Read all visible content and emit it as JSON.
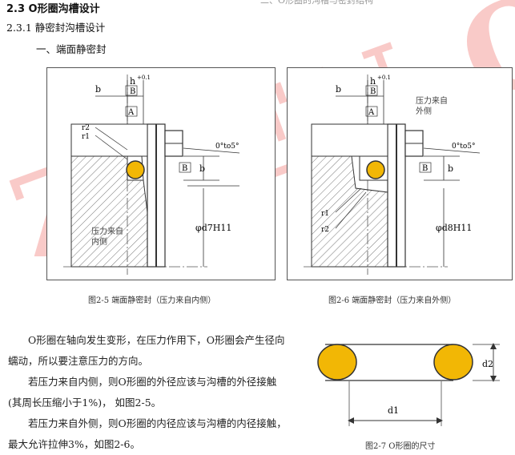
{
  "document": {
    "section_heading": "2.3  O形圈沟槽设计",
    "subsection_heading": "2.3.1 静密封沟槽设计",
    "item_heading": "一、端面静密封",
    "header_fragment": "二、O形圈的沟槽与密封结构"
  },
  "figures": {
    "fig_2_5": {
      "caption": "图2-5  端面静密封（压力来自内侧）",
      "labels": {
        "b": "b",
        "h": "h",
        "h_tol": "+0.1",
        "datum_b": "B",
        "datum_a": "A",
        "r2": "r2",
        "r1": "r1",
        "angle": "0°to5°",
        "b_lower": "b",
        "pressure": "压力来自\n内侧",
        "diameter": "φd7H11"
      }
    },
    "fig_2_6": {
      "caption": "图2-6  端面静密封（压力来自外侧）",
      "labels": {
        "b": "b",
        "h": "h",
        "h_tol": "+0.1",
        "datum_b": "B",
        "datum_a": "A",
        "pressure": "压力来自\n外侧",
        "angle": "0°to5°",
        "b_lower": "b",
        "r1": "r1",
        "r2": "r2",
        "diameter": "φd8H11"
      }
    },
    "fig_2_7": {
      "caption": "图2-7 O形圈的尺寸",
      "labels": {
        "d1": "d1",
        "d2": "d2"
      }
    }
  },
  "paragraphs": [
    "O形圈在轴向发生变形，在压力作用下，O形圈会产生径向蠕动，所以要注意压力的方向。",
    "若压力来自内侧，则O形圈的外径应该与沟槽的外径接触(其周长压缩小于1%)，  如图2-5。",
    "若压力来自外侧，则O形圈的内径应该与沟槽的内径接触，最大允许拉伸3%，如图2-6。"
  ],
  "watermark": {
    "text": "ZHEN-O",
    "color": "#e8413a"
  },
  "colors": {
    "oring": "#f2b705",
    "line": "#333333"
  }
}
